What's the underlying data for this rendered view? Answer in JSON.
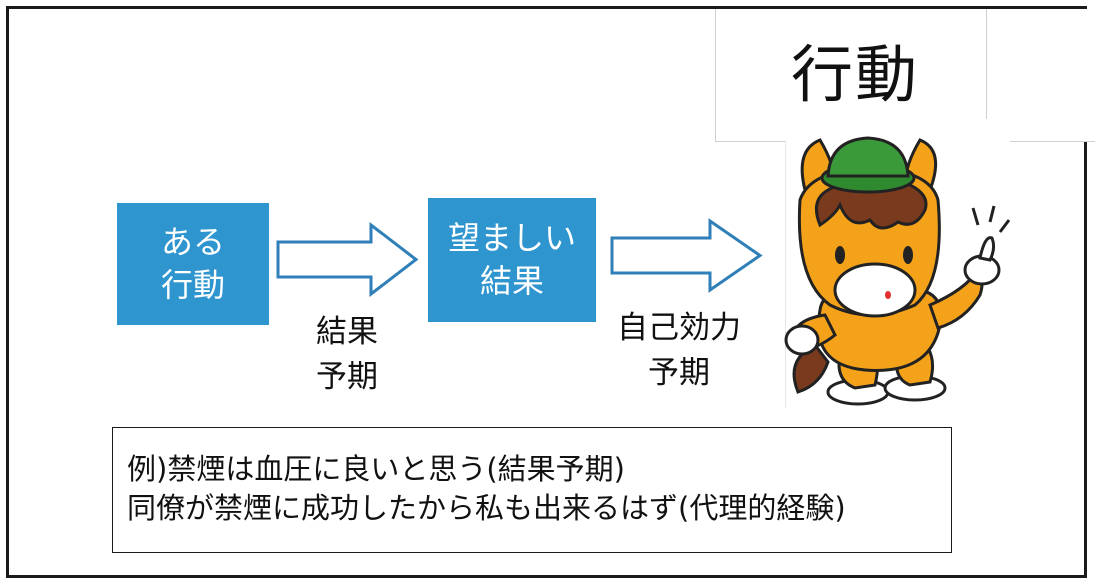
{
  "slide": {
    "title": "行動",
    "box1": {
      "line1": "ある",
      "line2": "行動"
    },
    "box2": {
      "line1": "望ましい",
      "line2": "結果"
    },
    "arrow1_label": {
      "line1": "結果",
      "line2": "予期"
    },
    "arrow2_label": {
      "line1": "自己効力",
      "line2": "予期"
    },
    "example": {
      "line1": "例)禁煙は血圧に良いと思う(結果予期)",
      "line2": "同僚が禁煙に成功したから私も出来るはず(代理的経験)"
    }
  },
  "colors": {
    "box_blue": "#2f95cf",
    "mascot_orange": "#f5a21b",
    "mascot_hat_green": "#3a9a3a",
    "mascot_mane_brown": "#7a3a1e"
  },
  "icons": {
    "mascot": "horse-mascot-thumbs-up"
  }
}
